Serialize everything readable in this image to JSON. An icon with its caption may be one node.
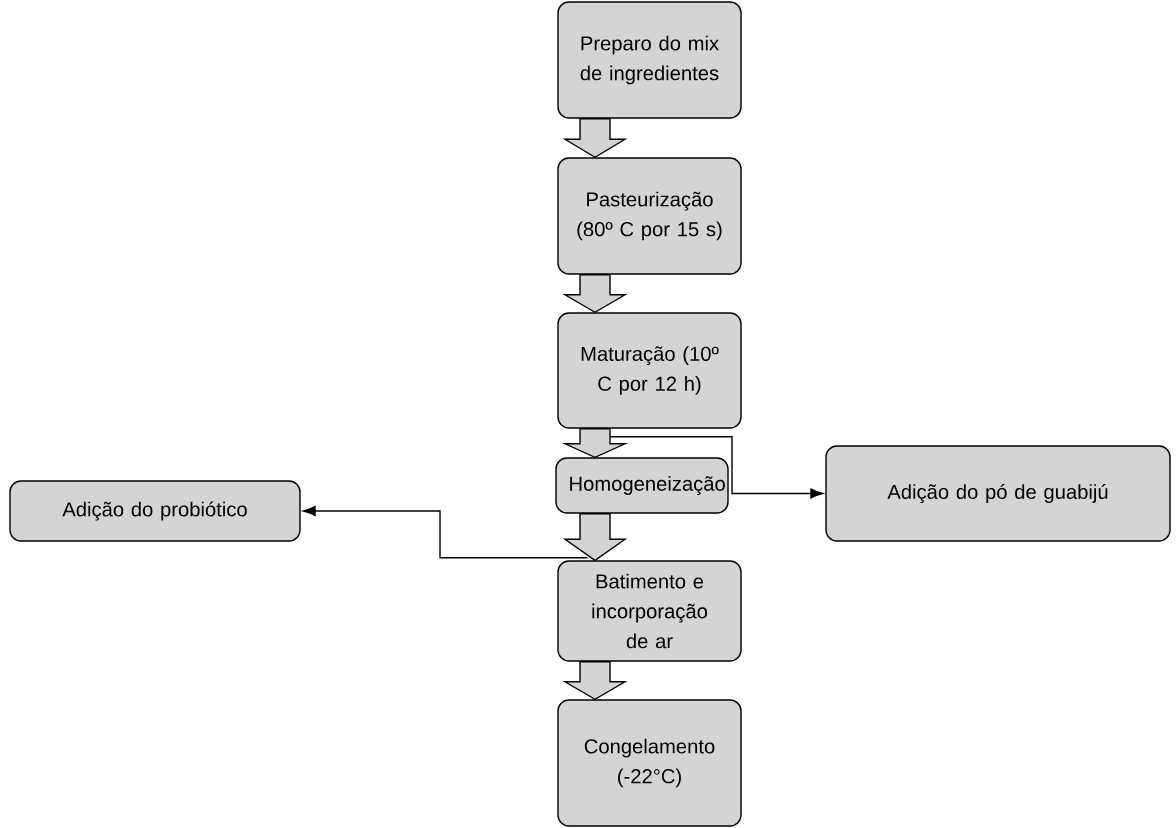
{
  "diagram": {
    "nodes": [
      {
        "text": [
          "Preparo do mix de ingredientes"
        ]
      },
      {
        "text": [
          "Pasteurização (80º C por 15 s)"
        ]
      },
      {
        "text": [
          "Maturação (10º C por 12 h)"
        ]
      },
      {
        "text": [
          "Homogeneização"
        ]
      },
      {
        "text": [
          "Batimento e incorporação de ar"
        ]
      },
      {
        "text": [
          "Congelamento (-22°C)"
        ]
      },
      {
        "text": [
          "Adição do probiótico"
        ]
      },
      {
        "text": [
          "Adição do pó de guabijú"
        ]
      }
    ],
    "edges": [
      {
        "from": 0,
        "to": 1,
        "arrow": "to",
        "style": "thick"
      },
      {
        "from": 1,
        "to": 2,
        "arrow": "to",
        "style": "thick"
      },
      {
        "from": 2,
        "to": 3,
        "arrow": "to",
        "style": "thick"
      },
      {
        "from": 3,
        "to": 4,
        "arrow": "to",
        "style": "thick"
      },
      {
        "from": 4,
        "to": 5,
        "arrow": "to",
        "style": "thick"
      },
      {
        "from": 2,
        "to": 7,
        "arrow": "to"
      },
      {
        "from": 4,
        "to": 6,
        "arrow": "to"
      }
    ]
  }
}
